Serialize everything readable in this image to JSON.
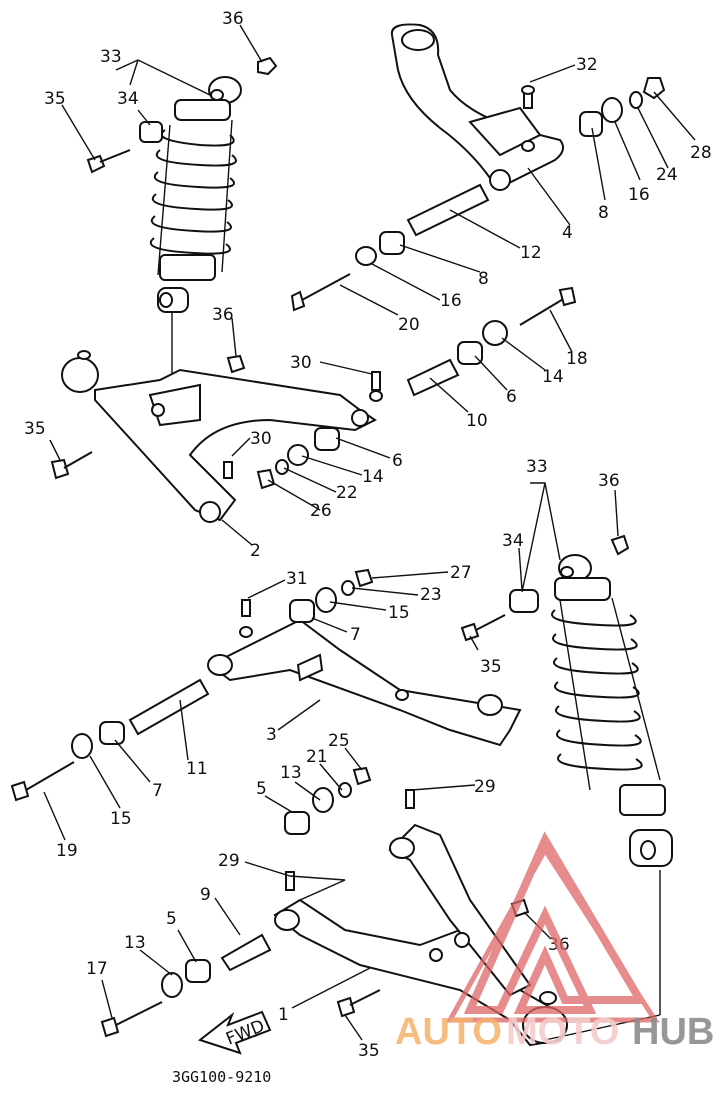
{
  "diagram": {
    "callouts": [
      "36",
      "33",
      "34",
      "35",
      "32",
      "8",
      "16",
      "24",
      "28",
      "4",
      "12",
      "8",
      "16",
      "20",
      "18",
      "14",
      "6",
      "10",
      "36",
      "30",
      "35",
      "30",
      "6",
      "14",
      "22",
      "26",
      "2",
      "33",
      "36",
      "34",
      "35",
      "31",
      "27",
      "23",
      "15",
      "7",
      "3",
      "11",
      "7",
      "15",
      "19",
      "25",
      "21",
      "13",
      "5",
      "29",
      "29",
      "9",
      "5",
      "13",
      "17",
      "1",
      "36",
      "35"
    ],
    "drawing_code": "3GG100-9210",
    "direction_marker": "FWD",
    "watermark": {
      "word_a": "AUTO",
      "word_b": "MOTO",
      "word_c": "HUB",
      "colors": {
        "a": "#F6B26B",
        "b": "#F4CCCC",
        "c": "#8C8C8C",
        "mark": "#E06666"
      }
    }
  }
}
